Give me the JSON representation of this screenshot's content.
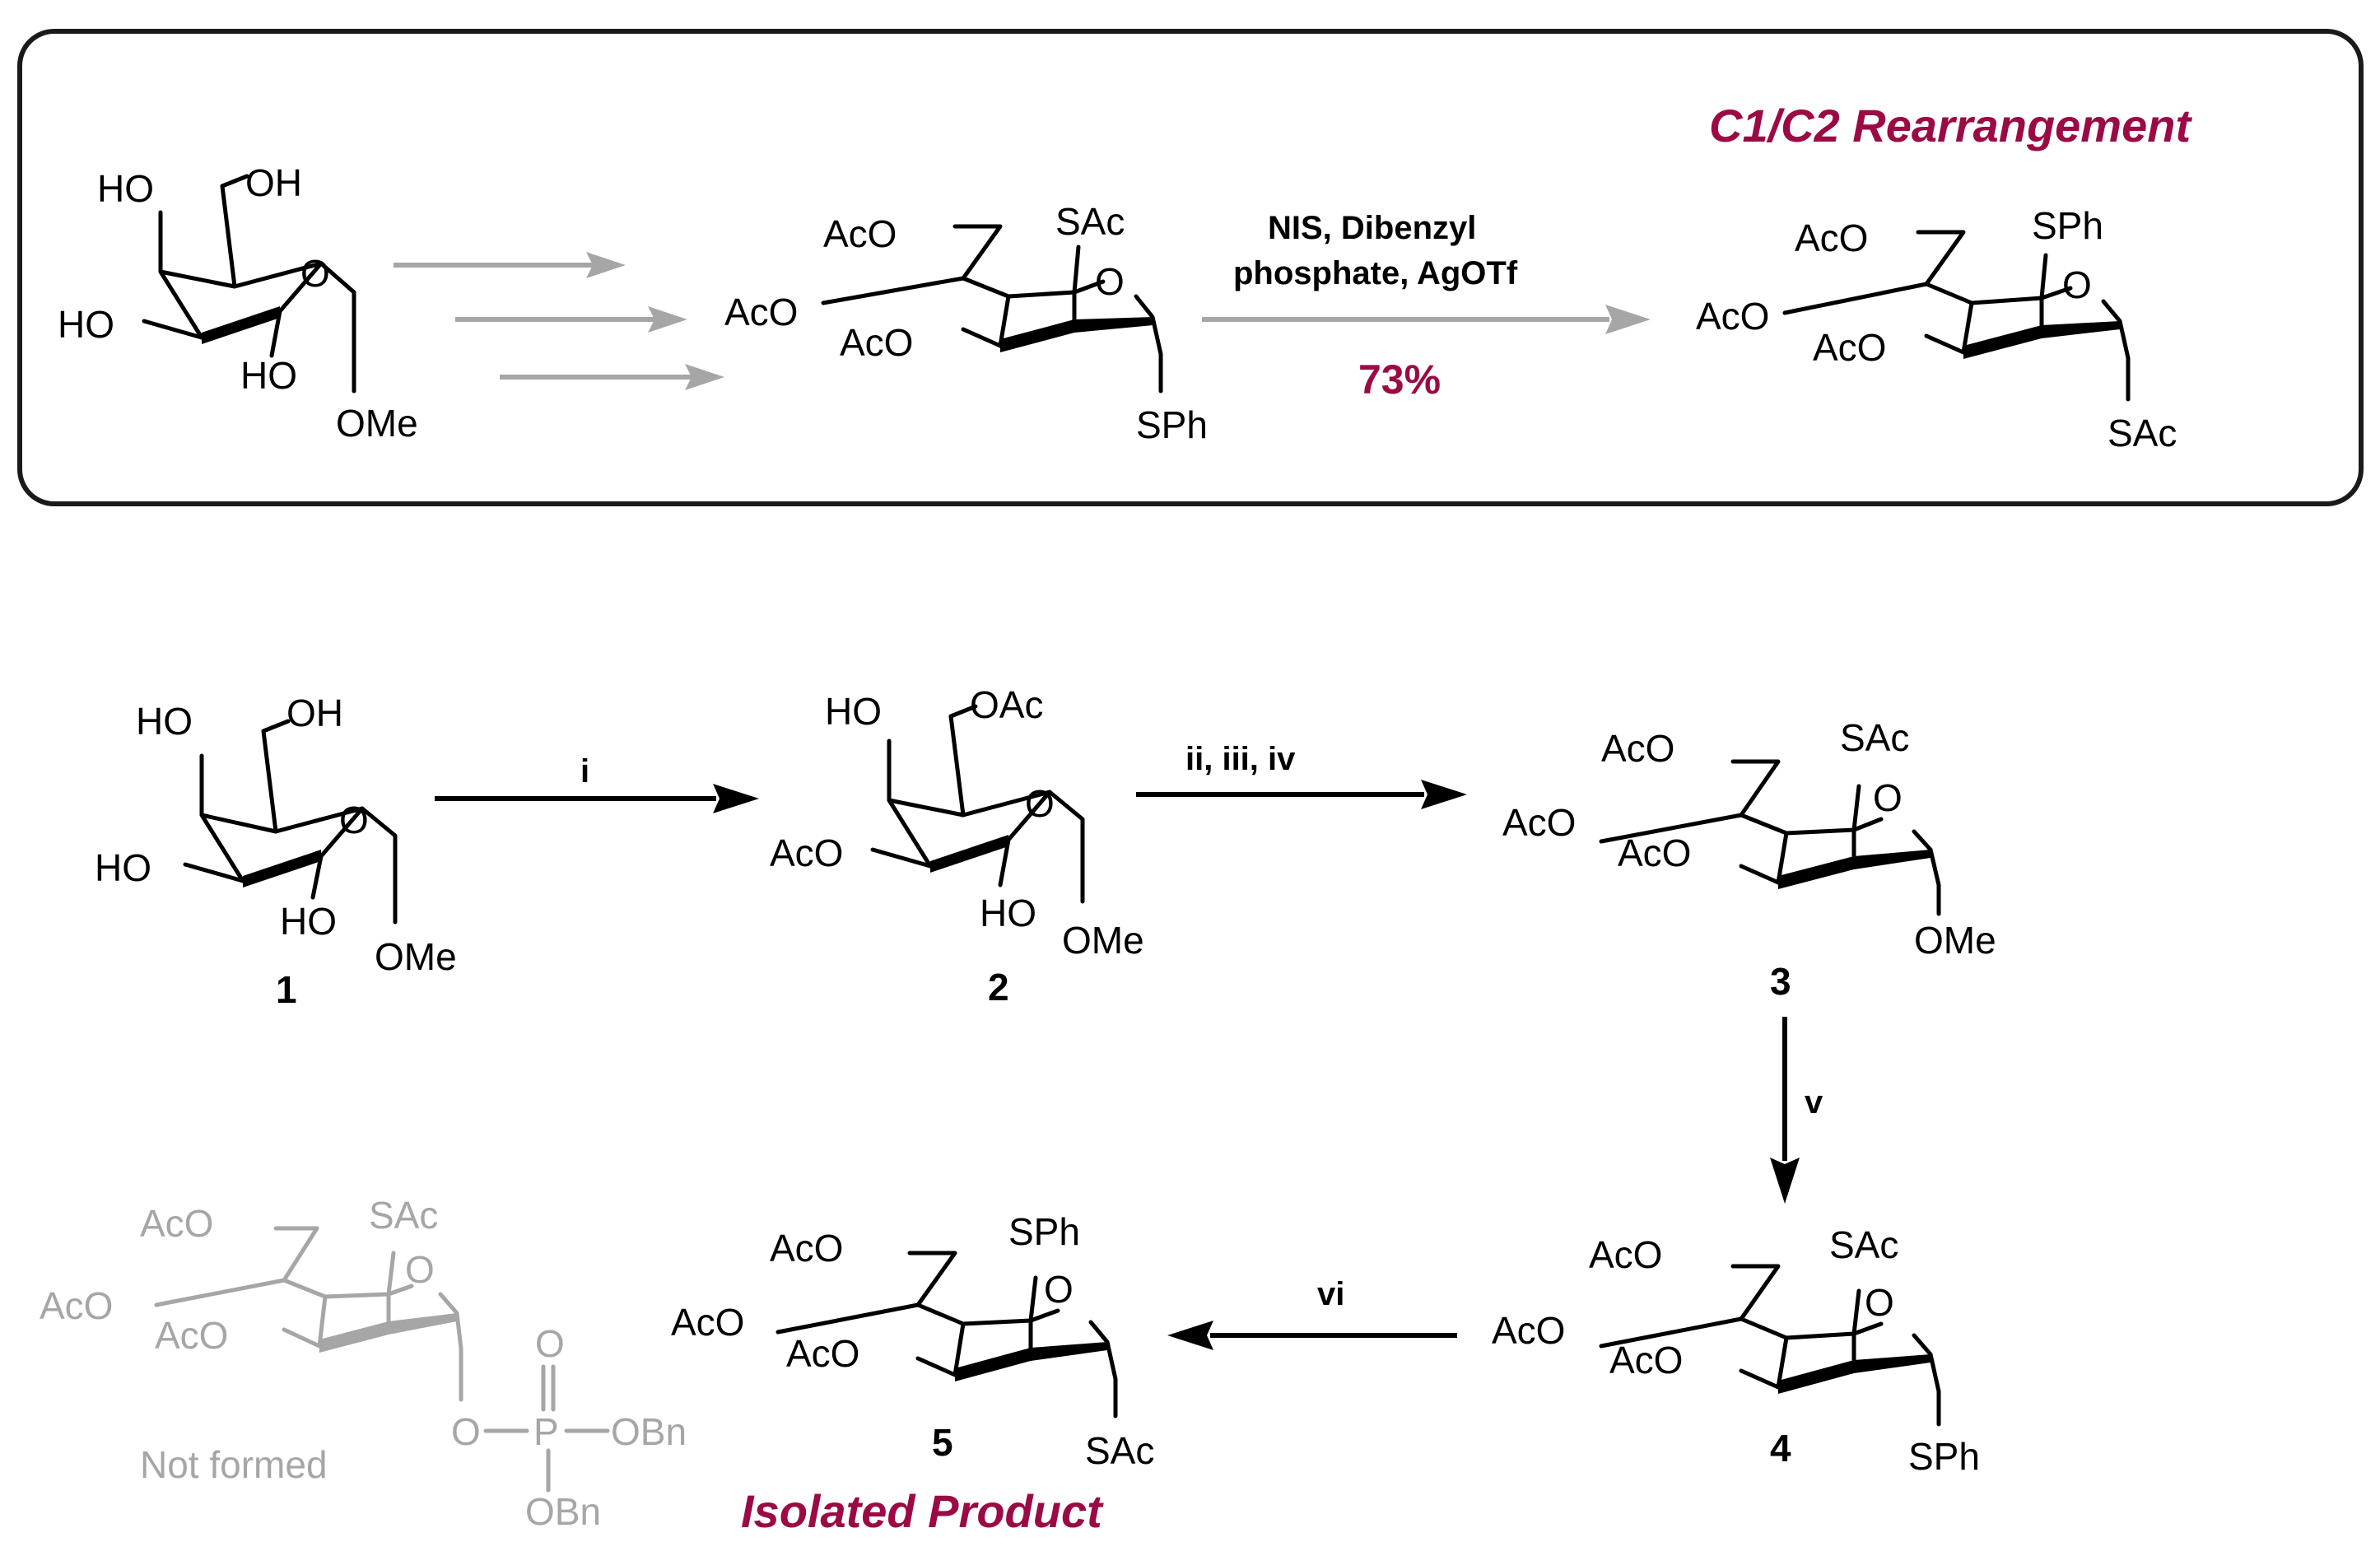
{
  "colors": {
    "accent": "#9b0a45",
    "grey": "#a6a6a6",
    "ink": "#000000"
  },
  "box": {
    "title": "C1/C2 Rearrangement",
    "conditions_line1": "NIS, Dibenzyl",
    "conditions_line2": "phosphate, AgOTf",
    "yield": "73%",
    "start_labels": [
      "HO",
      "OH",
      "O",
      "HO",
      "HO",
      "OMe"
    ],
    "mid_labels": [
      "AcO",
      "SAc",
      "O",
      "AcO",
      "AcO",
      "SPh"
    ],
    "end_labels": [
      "AcO",
      "SPh",
      "O",
      "AcO",
      "AcO",
      "SAc"
    ]
  },
  "compounds": {
    "c1": {
      "number": "1",
      "labels": [
        "HO",
        "OH",
        "O",
        "HO",
        "HO",
        "OMe"
      ]
    },
    "c2": {
      "number": "2",
      "labels": [
        "HO",
        "OAc",
        "O",
        "AcO",
        "HO",
        "OMe"
      ]
    },
    "c3": {
      "number": "3",
      "labels": [
        "AcO",
        "SAc",
        "O",
        "AcO",
        "AcO",
        "OMe"
      ]
    },
    "c4": {
      "number": "4",
      "labels": [
        "AcO",
        "SAc",
        "O",
        "AcO",
        "AcO",
        "SPh"
      ]
    },
    "c5": {
      "number": "5",
      "labels": [
        "AcO",
        "SPh",
        "O",
        "AcO",
        "AcO",
        "SAc"
      ],
      "caption": "Isolated Product"
    },
    "phosphate": {
      "labels": [
        "AcO",
        "SAc",
        "O",
        "AcO",
        "AcO",
        "O",
        "P",
        "O",
        "OBn",
        "OBn"
      ],
      "caption": "Not formed"
    }
  },
  "steps": {
    "s1": "i",
    "s2": "ii, iii, iv",
    "s3": "v",
    "s4": "vi"
  }
}
